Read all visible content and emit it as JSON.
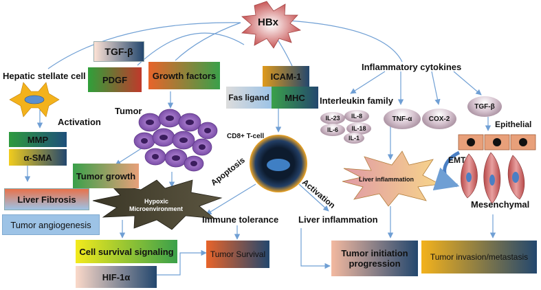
{
  "hbx": "HBx",
  "hepatic_stellate_cell": "Hepatic stellate cell",
  "tgf_beta_left": "TGF-β",
  "pdgf": "PDGF",
  "growth_factors": "Growth factors",
  "tumor": "Tumor",
  "activation_left": "Activation",
  "mmp": "MMP",
  "alpha_sma": "α-SMA",
  "tumor_growth": "Tumor growth",
  "liver_fibrosis": "Liver Fibrosis",
  "tumor_angiogenesis": "Tumor angiogenesis",
  "hypoxic_line1": "Hypoxic",
  "hypoxic_line2": "Microenvironment",
  "cell_survival_signaling": "Cell survival signaling",
  "hif1a": "HIF-1α",
  "tumor_survival": "Tumor Survival",
  "icam1": "ICAM-1",
  "fas_ligand": "Fas ligand",
  "mhc": "MHC",
  "cd8_tcell": "CD8+ T-cell",
  "apoptosis": "Apoptosis",
  "activation_mid": "Activation",
  "immune_tolerance": "Immune  tolerance",
  "liver_inflammation_mid": "Liver inflammation",
  "inflammatory_cytokines": "Inflammatory cytokines",
  "interleukin_family": "Interleukin family",
  "interleukins": [
    "IL-23",
    "IL-8",
    "IL-6",
    "IL-18",
    "IL-1"
  ],
  "tnf_alpha": "TNF-α",
  "cox2": "COX-2",
  "tgf_beta_right": "TGF-β",
  "epithelial": "Epithelial",
  "emt": "EMT",
  "mesenchymal": "Mesenchymal",
  "liver_inflammation_star": "Liver inflammation",
  "tumor_initiation_line1": "Tumor  initiation",
  "tumor_initiation_line2": "progression",
  "tumor_invasion": "Tumor invasion/metastasis",
  "colors": {
    "arrow": "#6f9fd4",
    "blue_box": "#9dc3e6",
    "green": "#3a9a3a",
    "orange": "#e0652a",
    "navy": "#24476e",
    "tumor_cell": "#a57ac9",
    "star_dark": "#3f3a2c",
    "gold": "#f3b21c"
  }
}
